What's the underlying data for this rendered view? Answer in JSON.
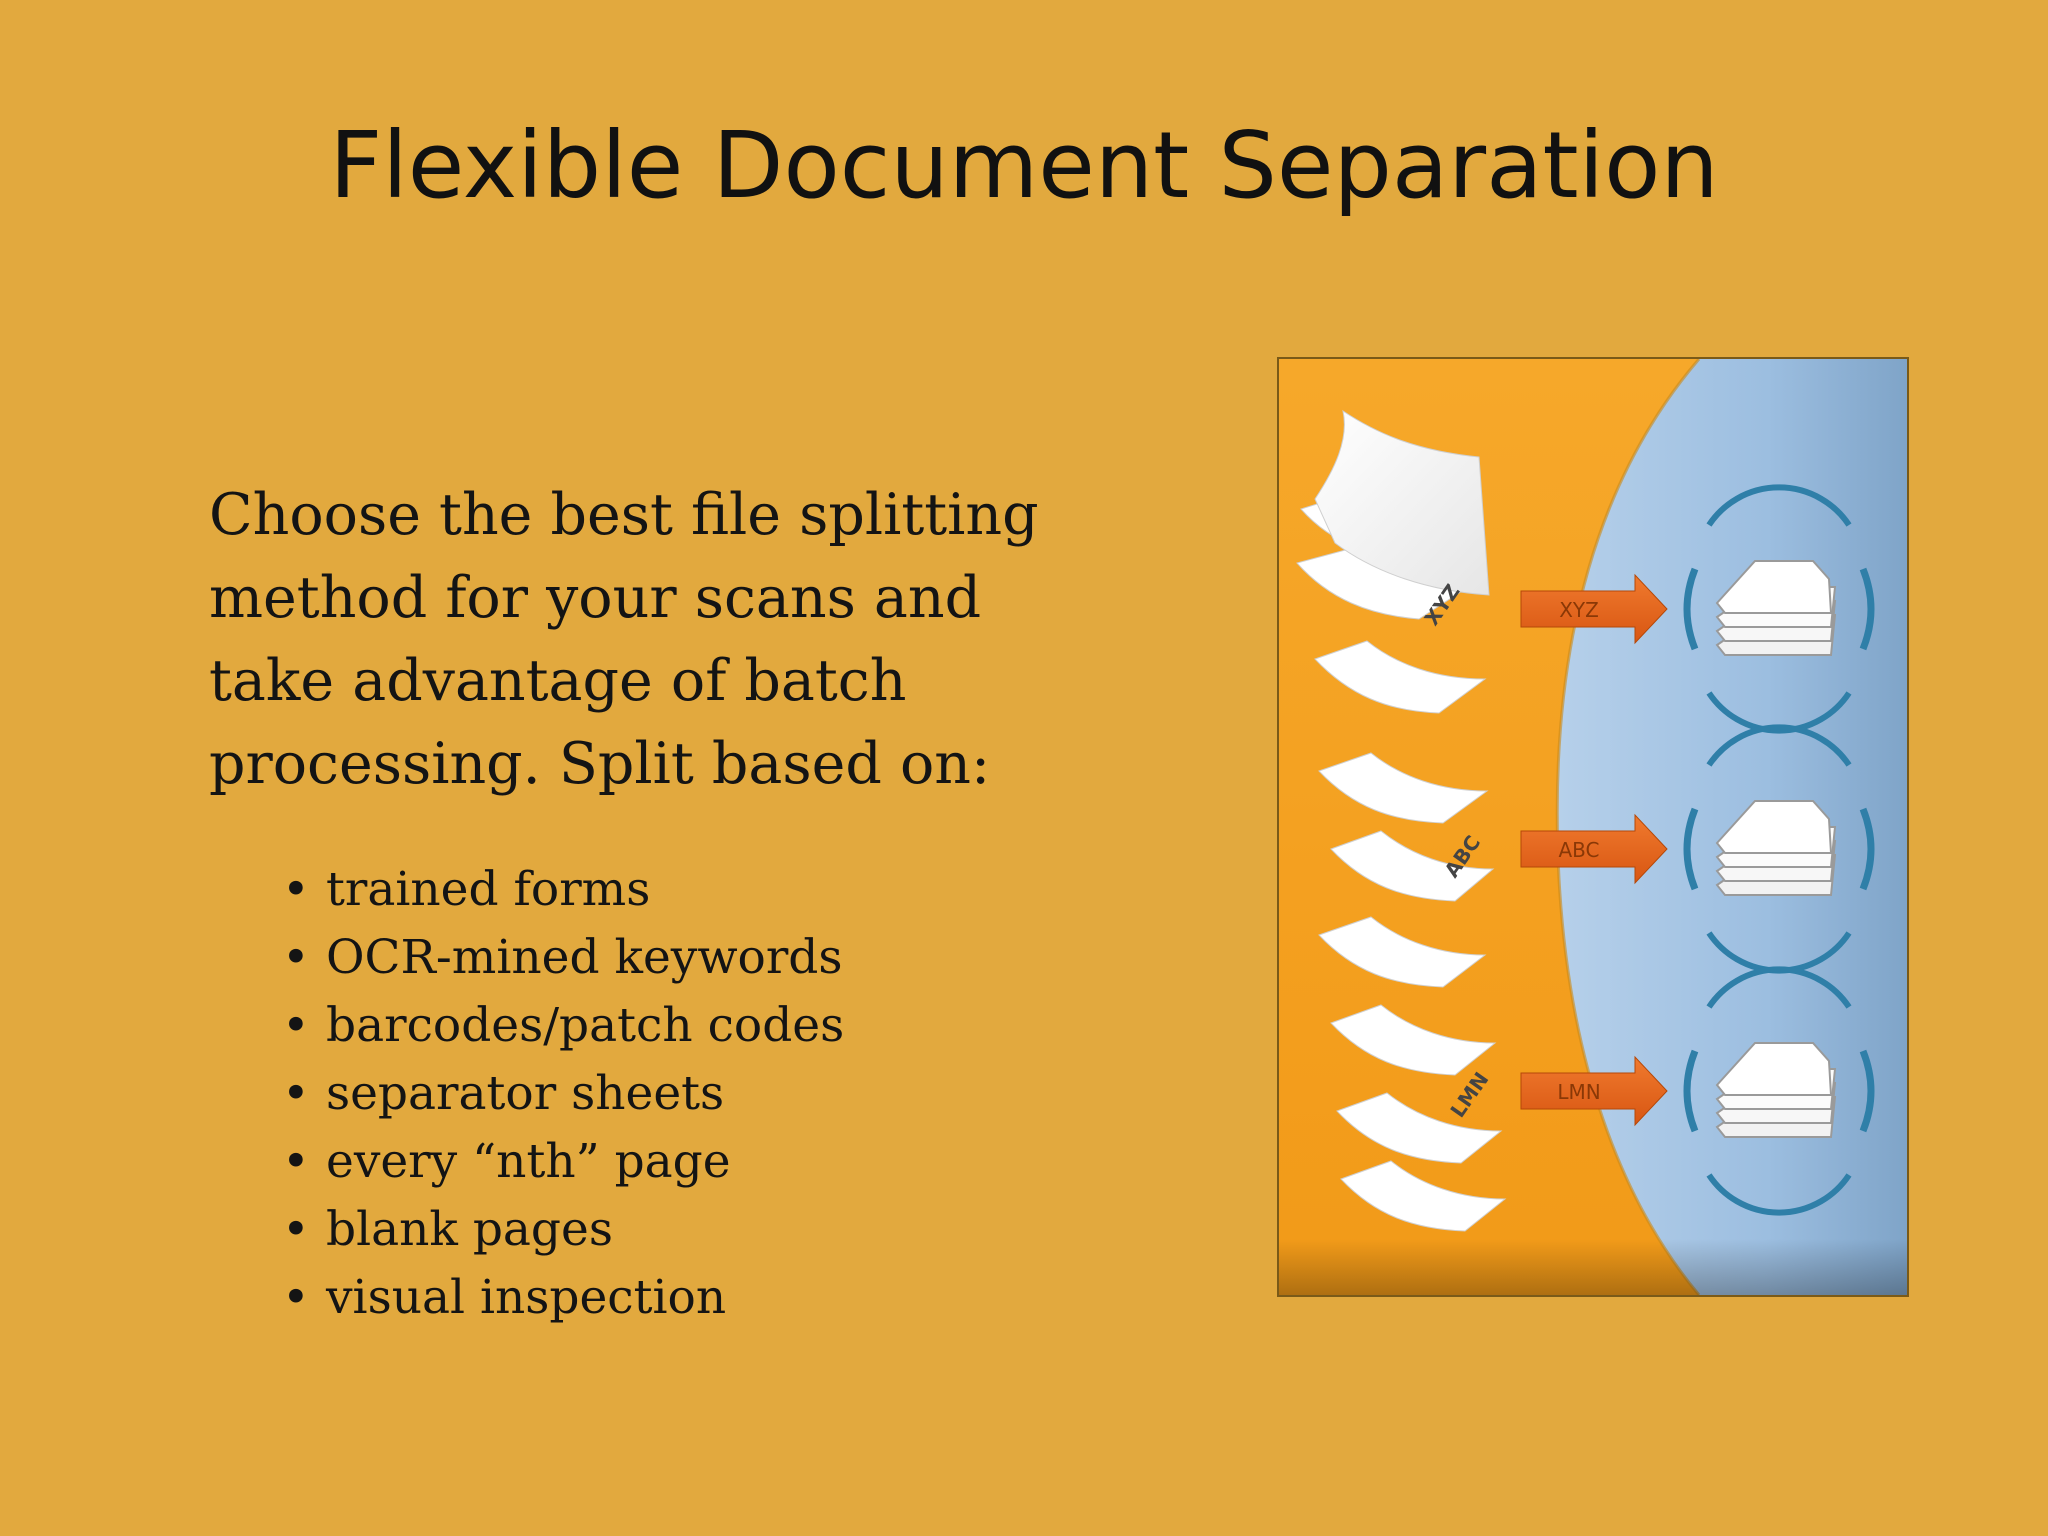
{
  "slide": {
    "title": "Flexible Document Separation",
    "intro": "Choose the best file splitting\nmethod for your scans and\ntake advantage of batch\nprocessing.   Split based on:",
    "bullet_symbol": "•",
    "bullets": [
      "trained forms",
      "OCR-mined keywords",
      "barcodes/patch codes",
      "separator sheets",
      "every “nth” page",
      "blank pages",
      "visual inspection"
    ]
  },
  "illustration": {
    "arrow_labels": [
      "XYZ",
      "ABC",
      "LMN"
    ],
    "page_labels": [
      "XYZ",
      "ABC",
      "LMN"
    ],
    "colors": {
      "background": "#E2A93E",
      "panel_orange": "#F4A524",
      "panel_blue": "#9DBFE0",
      "arrow": "#E8621A",
      "bracket": "#2F7FA8"
    },
    "icons": [
      "page-stack-icon",
      "arrow-icon",
      "bracket-icon"
    ]
  }
}
